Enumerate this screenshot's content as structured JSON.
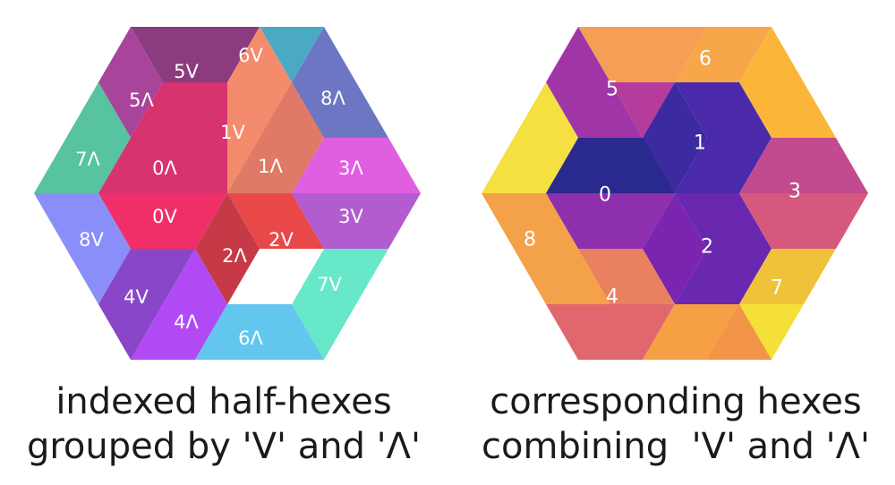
{
  "left_diagram": {
    "labels": {
      "6V": "6V",
      "5V": "5V",
      "5A": "5Λ",
      "8A": "8Λ",
      "1V": "1V",
      "7A": "7Λ",
      "0A": "0Λ",
      "1A": "1Λ",
      "3A": "3Λ",
      "0V": "0V",
      "2V": "2V",
      "3V": "3V",
      "8V": "8V",
      "2A": "2Λ",
      "4V": "4V",
      "7V": "7V",
      "4A": "4Λ",
      "6A": "6Λ"
    },
    "colors": {
      "6V": "#4aaac3",
      "5V": "#8b3b80",
      "5A": "#a8449a",
      "8A": "#6d76c3",
      "1V": "#f48b6c",
      "7A": "#57c3a0",
      "0A": "#d6336f",
      "1A": "#de7a66",
      "3A": "#e05ee0",
      "0V": "#f02f68",
      "2V": "#e94848",
      "3V": "#b35ccf",
      "8V": "#8a8ef8",
      "2A": "#c63a47",
      "4V": "#8a46c8",
      "7V": "#67e8c8",
      "4A": "#b14af5",
      "6A": "#62c6ef"
    }
  },
  "right_diagram": {
    "labels": {
      "0": "0",
      "1": "1",
      "2": "2",
      "3": "3",
      "4": "4",
      "5": "5",
      "6": "6",
      "7": "7",
      "8": "8"
    },
    "colors": {
      "0_top": "#2a2a8e",
      "0_bot": "#8e2fad",
      "1_left": "#3b2aa0",
      "1_right": "#4a2aaa",
      "2_left": "#7a24b0",
      "2_right": "#6a28b0",
      "3_top": "#c24a8e",
      "3_bot": "#d4597c",
      "4_top": "#e98060",
      "4_bot": "#e0676e",
      "5_left": "#a035a8",
      "5_right": "#b53b9c",
      "6_left": "#f59e55",
      "6_right": "#f7a64a",
      "7_top": "#f0c23a",
      "7_bot": "#f5e03a",
      "8_top": "#f4e040",
      "8_bot": "#f4a24a",
      "6b_left": "#f6a046",
      "6b_right": "#f39548",
      "3b_top": "#fbb63a"
    }
  },
  "captions": {
    "left": "indexed half-hexes\ngrouped by 'V' and 'Λ'",
    "right": "corresponding hexes\ncombining  'V' and 'Λ'"
  }
}
